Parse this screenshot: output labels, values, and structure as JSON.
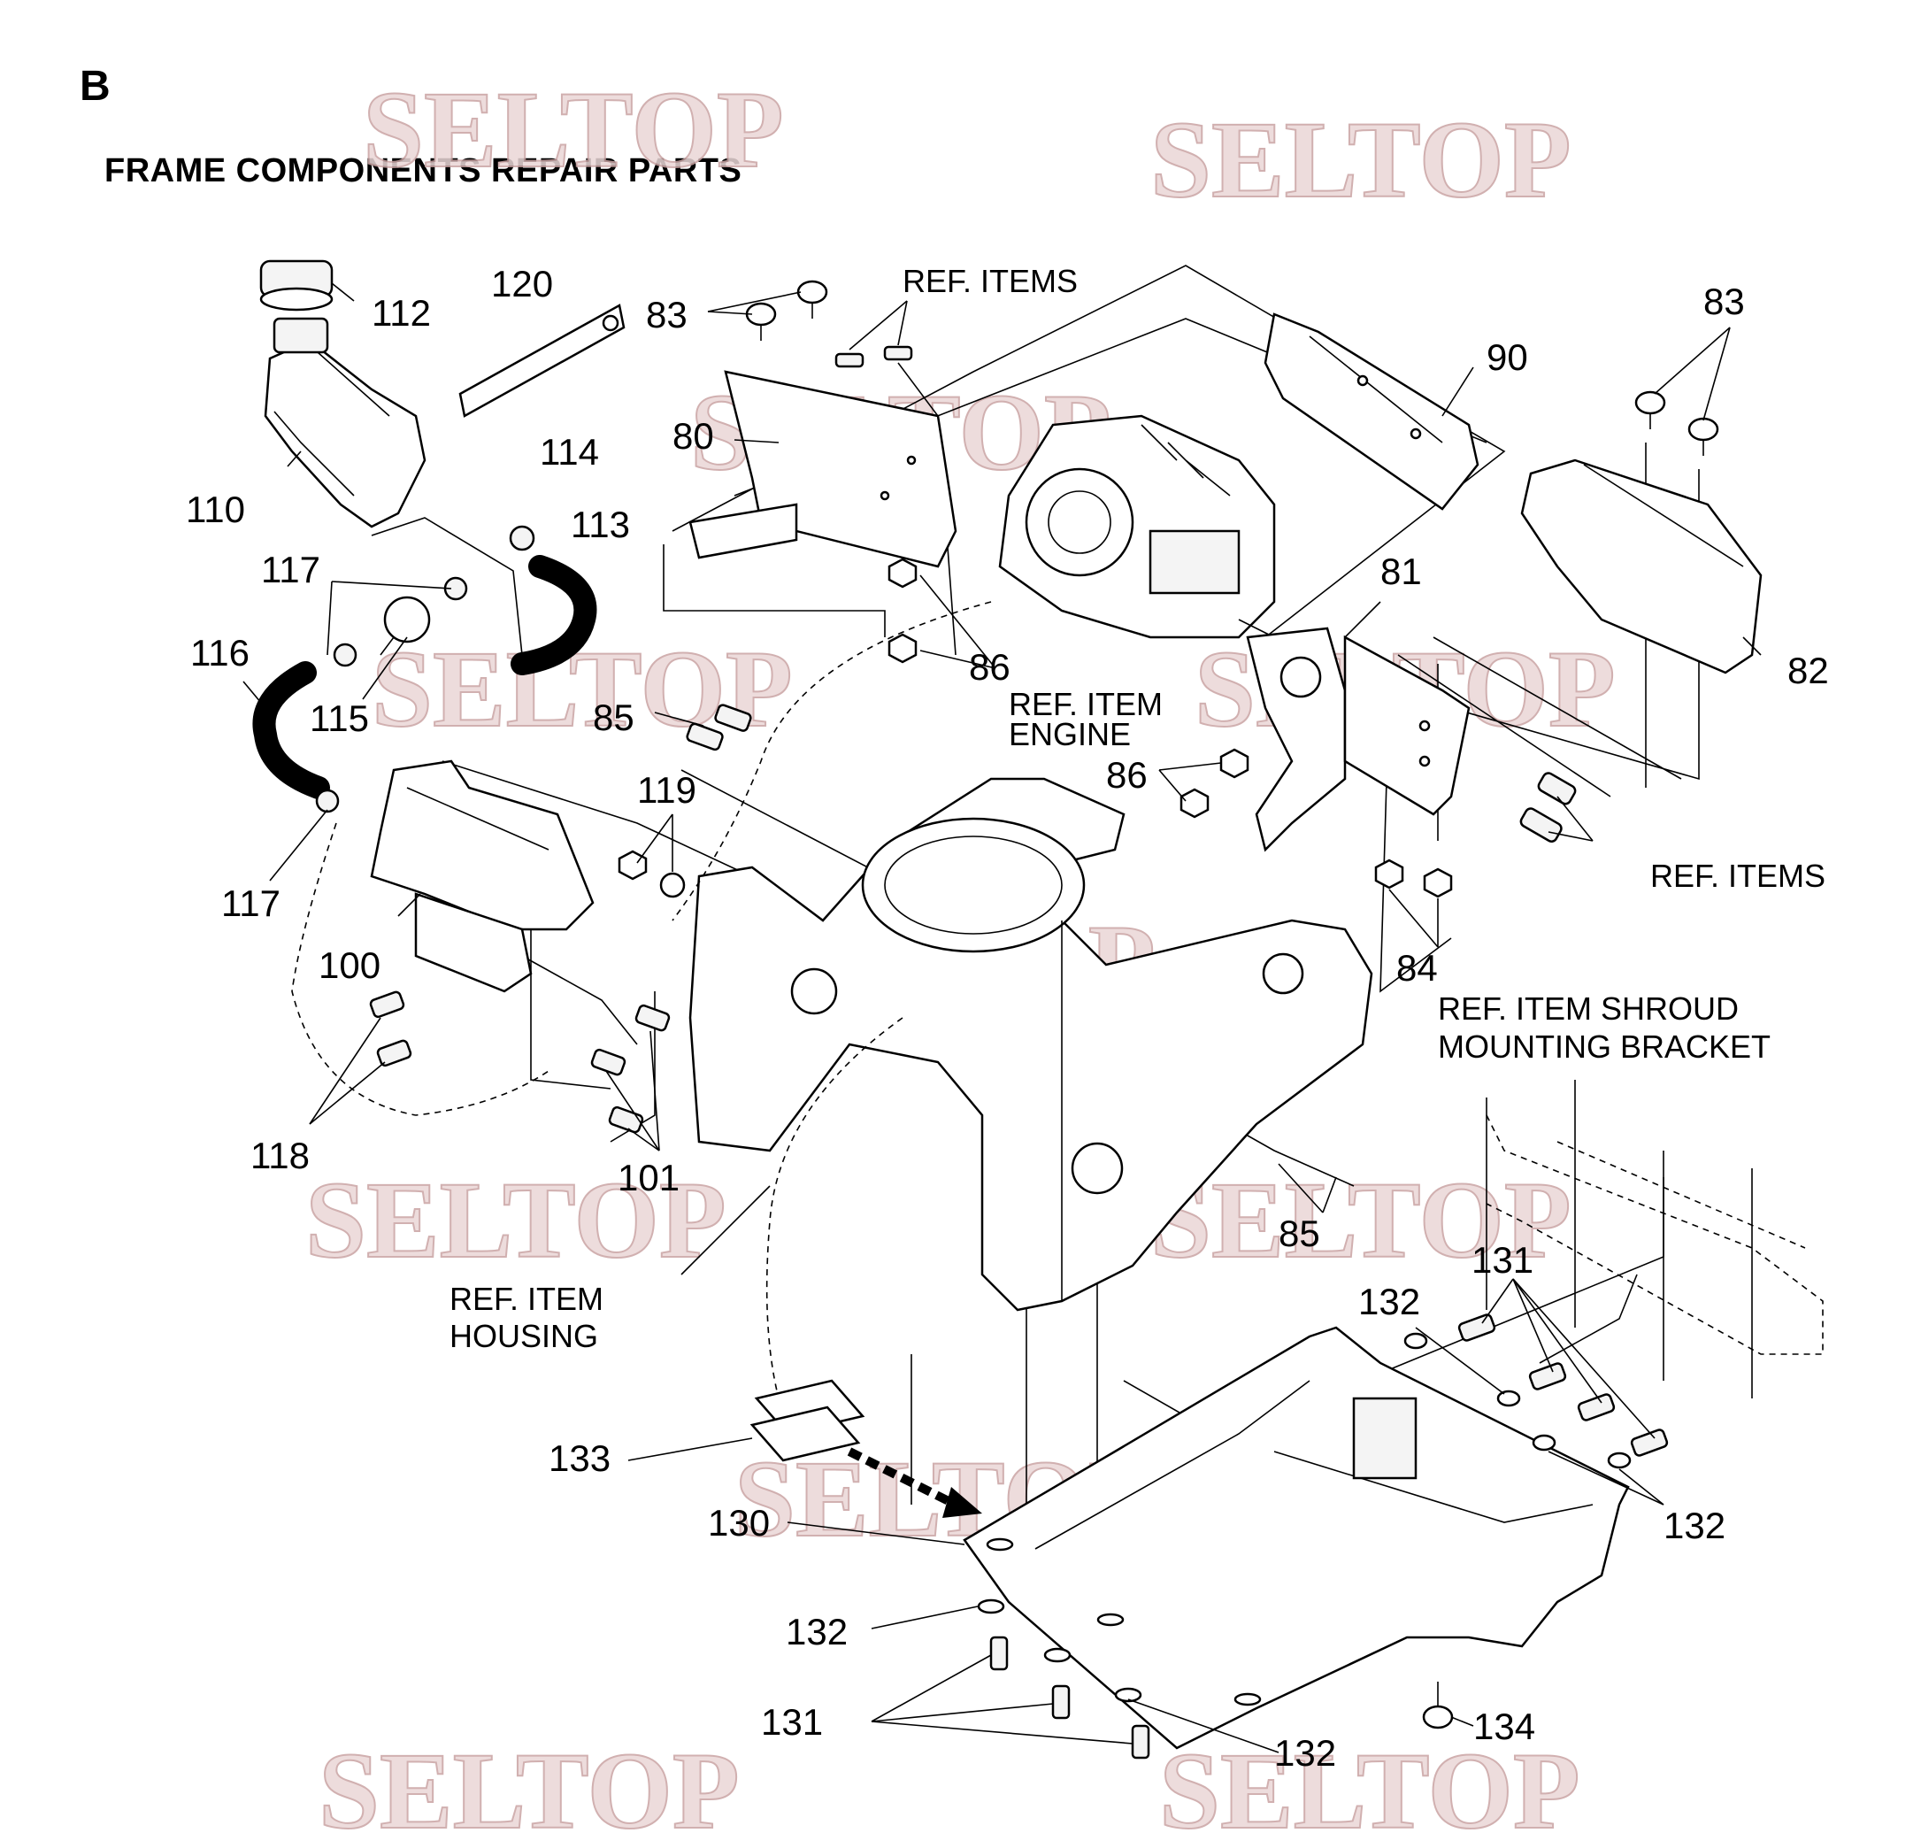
{
  "header": {
    "section_letter": "B",
    "title": "FRAME COMPONENTS REPAIR PARTS"
  },
  "watermark": {
    "text": "SELTOP",
    "color": "#ead7d7"
  },
  "callouts": {
    "c112": "112",
    "c120": "120",
    "c83a": "83",
    "c83b": "83",
    "c90": "90",
    "c110": "110",
    "c114": "114",
    "c113": "113",
    "c80": "80",
    "c117a": "117",
    "c116": "116",
    "c115": "115",
    "c85a": "85",
    "c86a": "86",
    "c81": "81",
    "c82": "82",
    "c86b": "86",
    "c119": "119",
    "c117b": "117",
    "c100": "100",
    "c84": "84",
    "c118": "118",
    "c101": "101",
    "c85b": "85",
    "c131a": "131",
    "c132a": "132",
    "c133": "133",
    "c130": "130",
    "c132b": "132",
    "c132c": "132",
    "c131b": "131",
    "c134": "134",
    "c132d": "132"
  },
  "ref_notes": {
    "ref_items_top": "REF. ITEMS",
    "ref_engine_1": "REF. ITEM",
    "ref_engine_2": "ENGINE",
    "ref_items_right": "REF. ITEMS",
    "ref_shroud_1": "REF. ITEM SHROUD",
    "ref_shroud_2": "MOUNTING BRACKET",
    "ref_housing_1": "REF. ITEM",
    "ref_housing_2": "HOUSING"
  }
}
